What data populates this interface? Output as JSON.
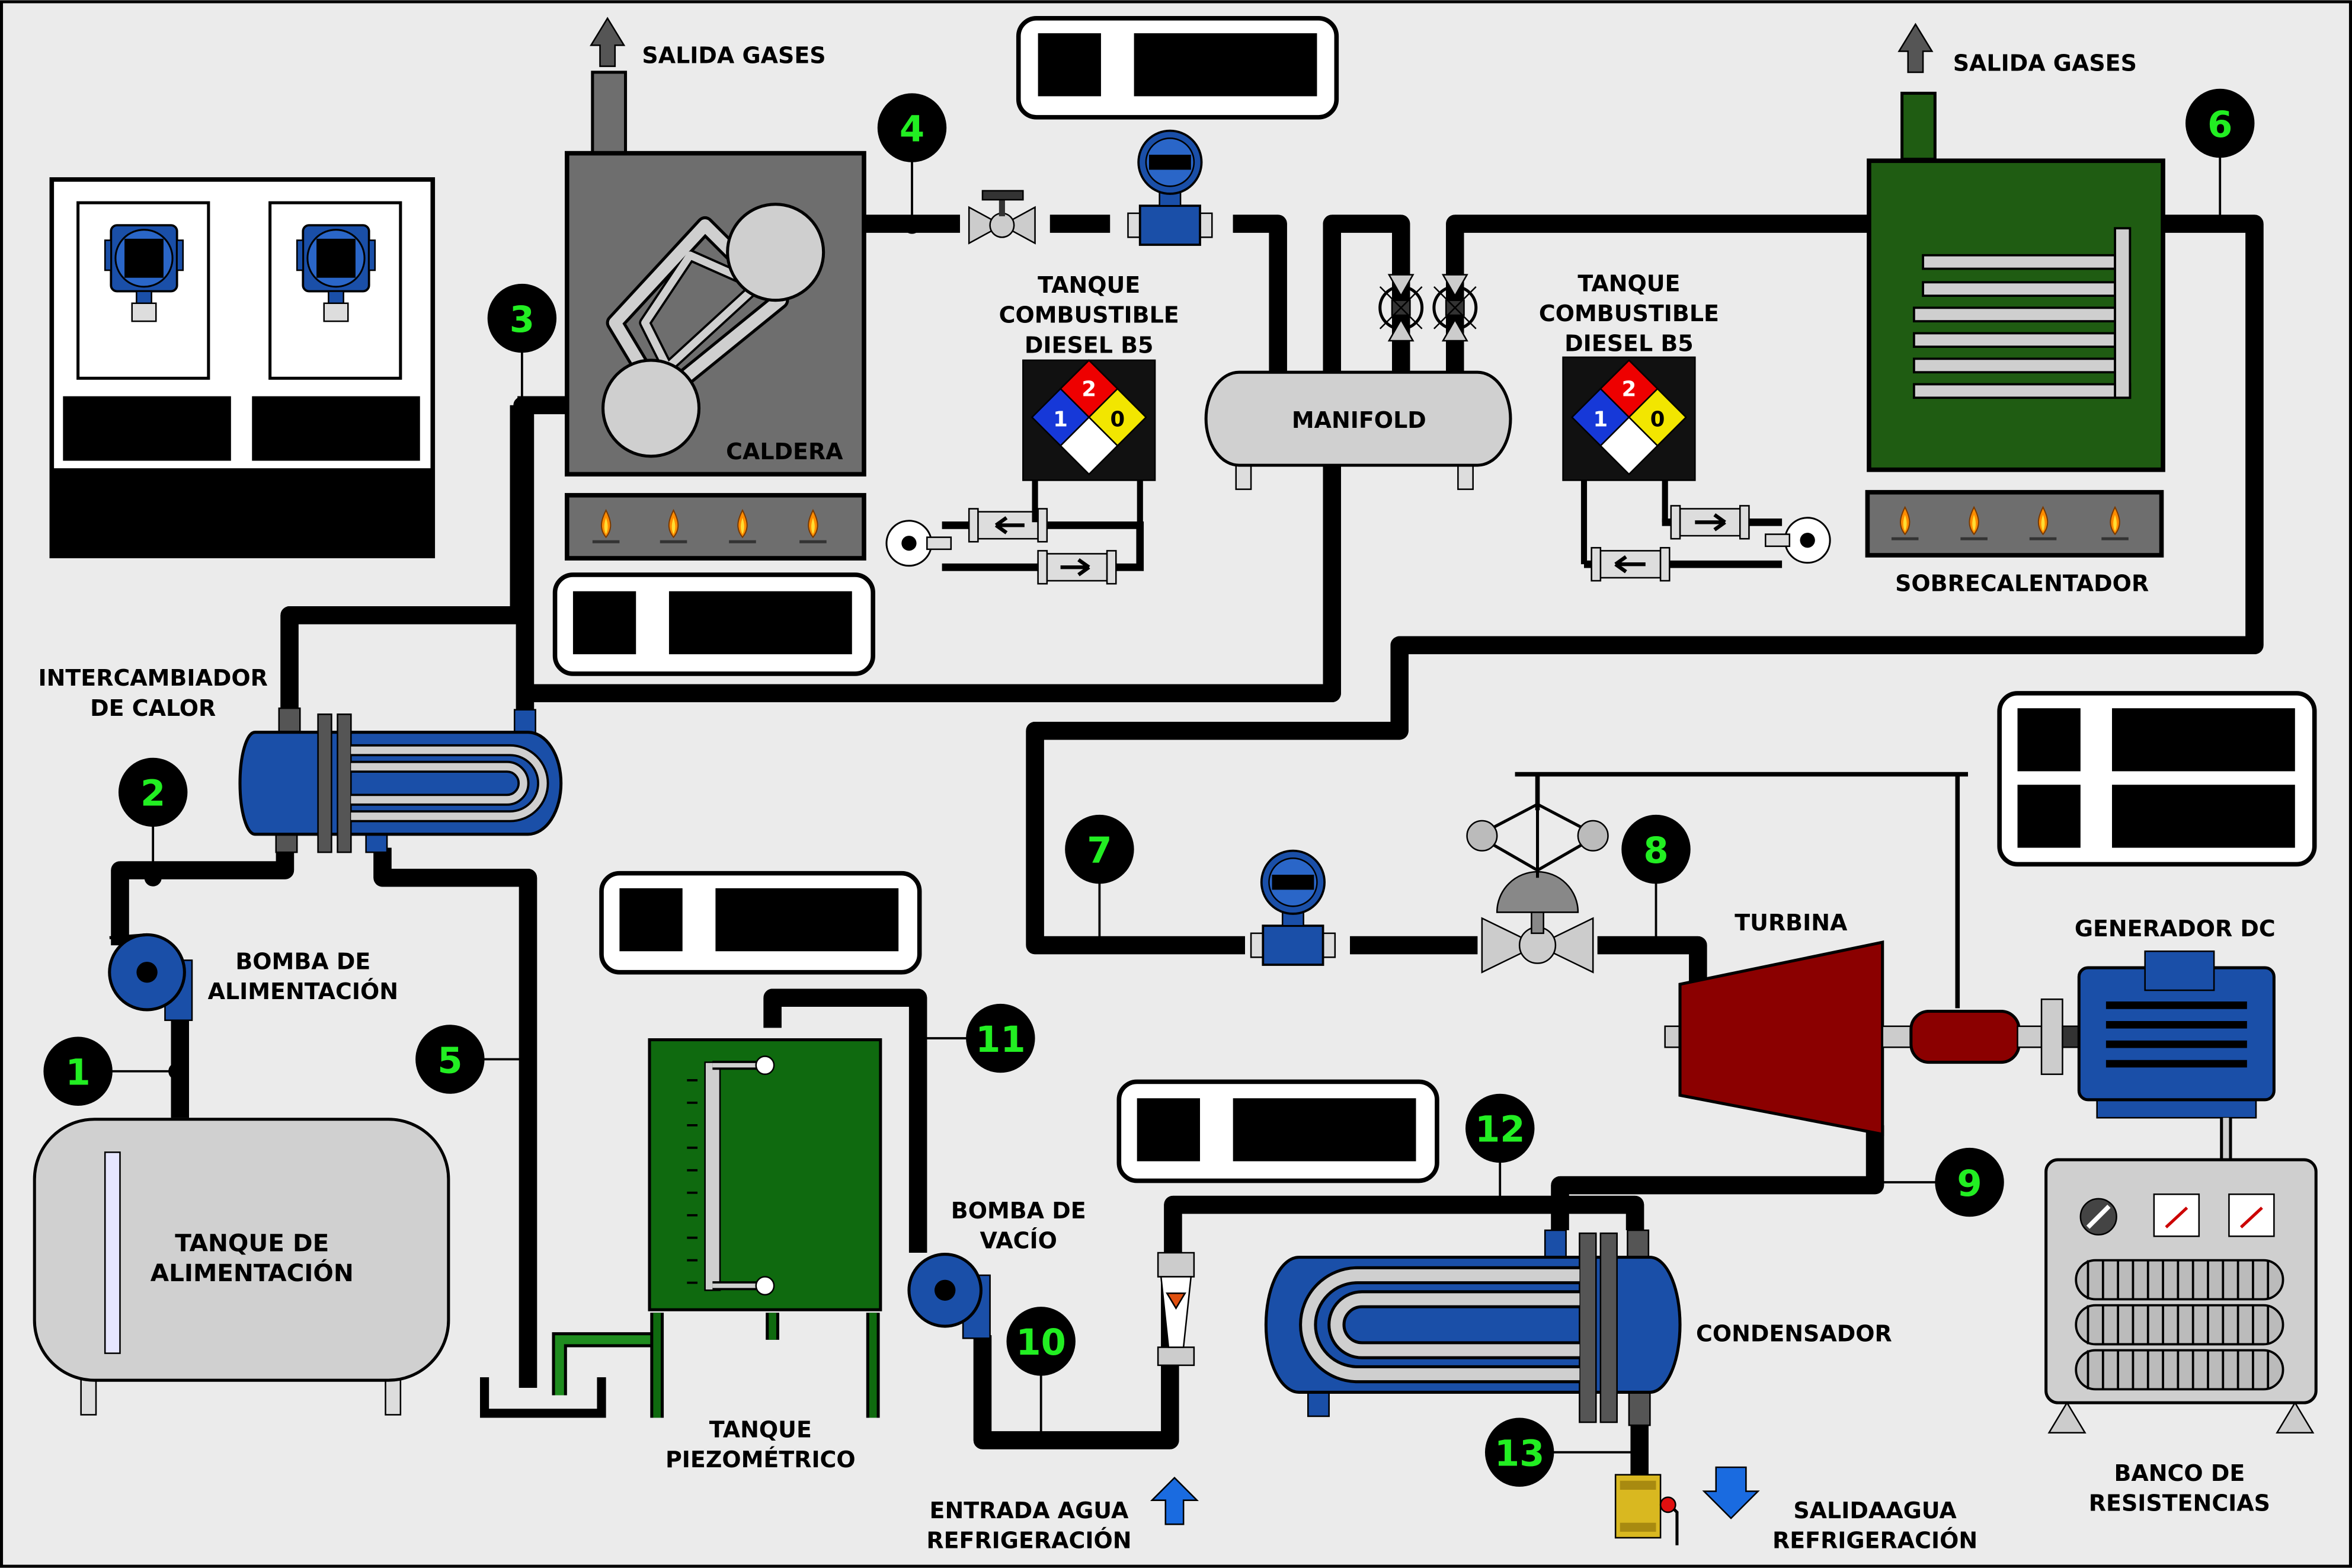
{
  "labels": {
    "salida_gases_1": "SALIDA GASES",
    "salida_gases_2": "SALIDA GASES",
    "caldera": "CALDERA",
    "tanque_comb_1": [
      "TANQUE",
      "COMBUSTIBLE",
      "DIESEL B5"
    ],
    "tanque_comb_2": [
      "TANQUE",
      "COMBUSTIBLE",
      "DIESEL B5"
    ],
    "manifold": "MANIFOLD",
    "sobrecalentador": "SOBRECALENTADOR",
    "intercambiador": [
      "INTERCAMBIADOR",
      "DE CALOR"
    ],
    "bomba_alimentacion": [
      "BOMBA DE",
      "ALIMENTACIÓN"
    ],
    "tanque_alimentacion": [
      "TANQUE DE",
      "ALIMENTACIÓN"
    ],
    "turbina": "TURBINA",
    "generador": "GENERADOR DC",
    "tanque_piezometrico": [
      "TANQUE",
      "PIEZOMÉTRICO"
    ],
    "bomba_vacio": [
      "BOMBA DE",
      "VACÍO"
    ],
    "condensador": "CONDENSADOR",
    "entrada_agua": [
      "ENTRADA AGUA",
      "REFRIGERACIÓN"
    ],
    "salida_agua": [
      "SALIDAAGUA",
      "REFRIGERACIÓN"
    ],
    "banco_resistencias": [
      "BANCO DE",
      "RESISTENCIAS"
    ]
  },
  "nfpa": {
    "health": "1",
    "flammability": "2",
    "instability": "0"
  },
  "points": [
    "1",
    "2",
    "3",
    "4",
    "5",
    "6",
    "7",
    "8",
    "9",
    "10",
    "11",
    "12",
    "13"
  ],
  "colors": {
    "background": "#ebebeb",
    "pipe": "#d0d0d0",
    "caldera": "#6e6e6e",
    "sobrecalentador": "#1f5c12",
    "piezometrico": "#0f6a0f",
    "turbina": "#8b0000",
    "equipment_blue": "#1a4fa8",
    "node_green_text": "#22ee22"
  }
}
